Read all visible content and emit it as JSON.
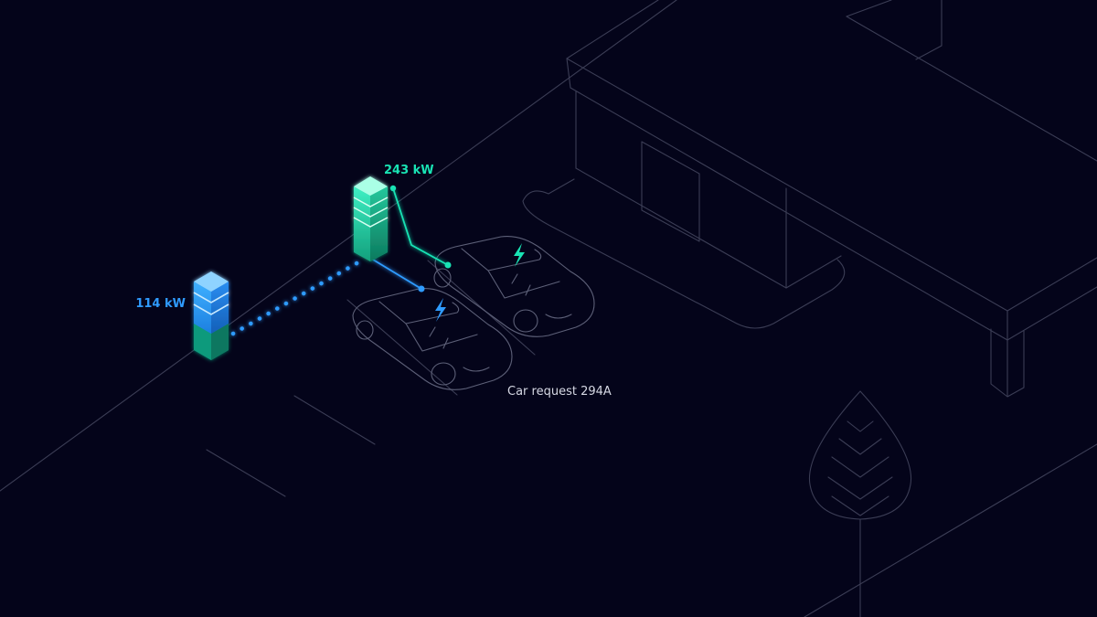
{
  "chargers": [
    {
      "power_label": "114 kW",
      "color": "#2f9bff"
    },
    {
      "power_label": "243 kW",
      "color": "#19e3b4"
    }
  ],
  "caption": "Car request 294A",
  "icons": {
    "car_1_status": "lightning-bolt-icon",
    "car_2_status": "lightning-bolt-icon",
    "tree": "leaf-tree-icon"
  },
  "colors": {
    "background": "#04041a",
    "outline": "#3b3d55",
    "blue_accent": "#2f9bff",
    "green_accent": "#19e3b4"
  }
}
